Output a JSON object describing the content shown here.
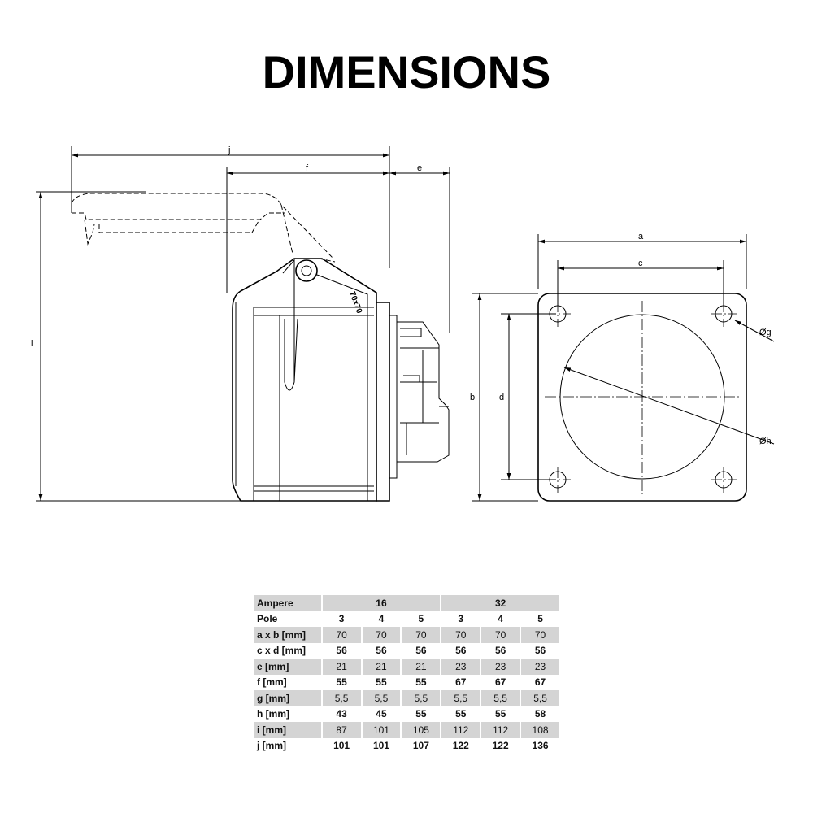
{
  "title": "DIMENSIONS",
  "drawing": {
    "labels": {
      "j": "j",
      "f": "f",
      "e": "e",
      "i": "i",
      "a": "a",
      "c": "c",
      "b": "b",
      "d": "d",
      "g": "Øg",
      "h": "Øh",
      "emboss": "70x70"
    }
  },
  "table": {
    "ampere_label": "Ampere",
    "ampere_groups": [
      "16",
      "32"
    ],
    "rows": [
      {
        "label": "Pole",
        "values": [
          "3",
          "4",
          "5",
          "3",
          "4",
          "5"
        ]
      },
      {
        "label": "a x b [mm]",
        "values": [
          "70",
          "70",
          "70",
          "70",
          "70",
          "70"
        ]
      },
      {
        "label": "c x d [mm]",
        "values": [
          "56",
          "56",
          "56",
          "56",
          "56",
          "56"
        ]
      },
      {
        "label": "e [mm]",
        "values": [
          "21",
          "21",
          "21",
          "23",
          "23",
          "23"
        ]
      },
      {
        "label": "f [mm]",
        "values": [
          "55",
          "55",
          "55",
          "67",
          "67",
          "67"
        ]
      },
      {
        "label": "g [mm]",
        "values": [
          "5,5",
          "5,5",
          "5,5",
          "5,5",
          "5,5",
          "5,5"
        ]
      },
      {
        "label": "h [mm]",
        "values": [
          "43",
          "45",
          "55",
          "55",
          "55",
          "58"
        ]
      },
      {
        "label": "i [mm]",
        "values": [
          "87",
          "101",
          "105",
          "112",
          "112",
          "108"
        ]
      },
      {
        "label": "j [mm]",
        "values": [
          "101",
          "101",
          "107",
          "122",
          "122",
          "136"
        ]
      }
    ]
  }
}
